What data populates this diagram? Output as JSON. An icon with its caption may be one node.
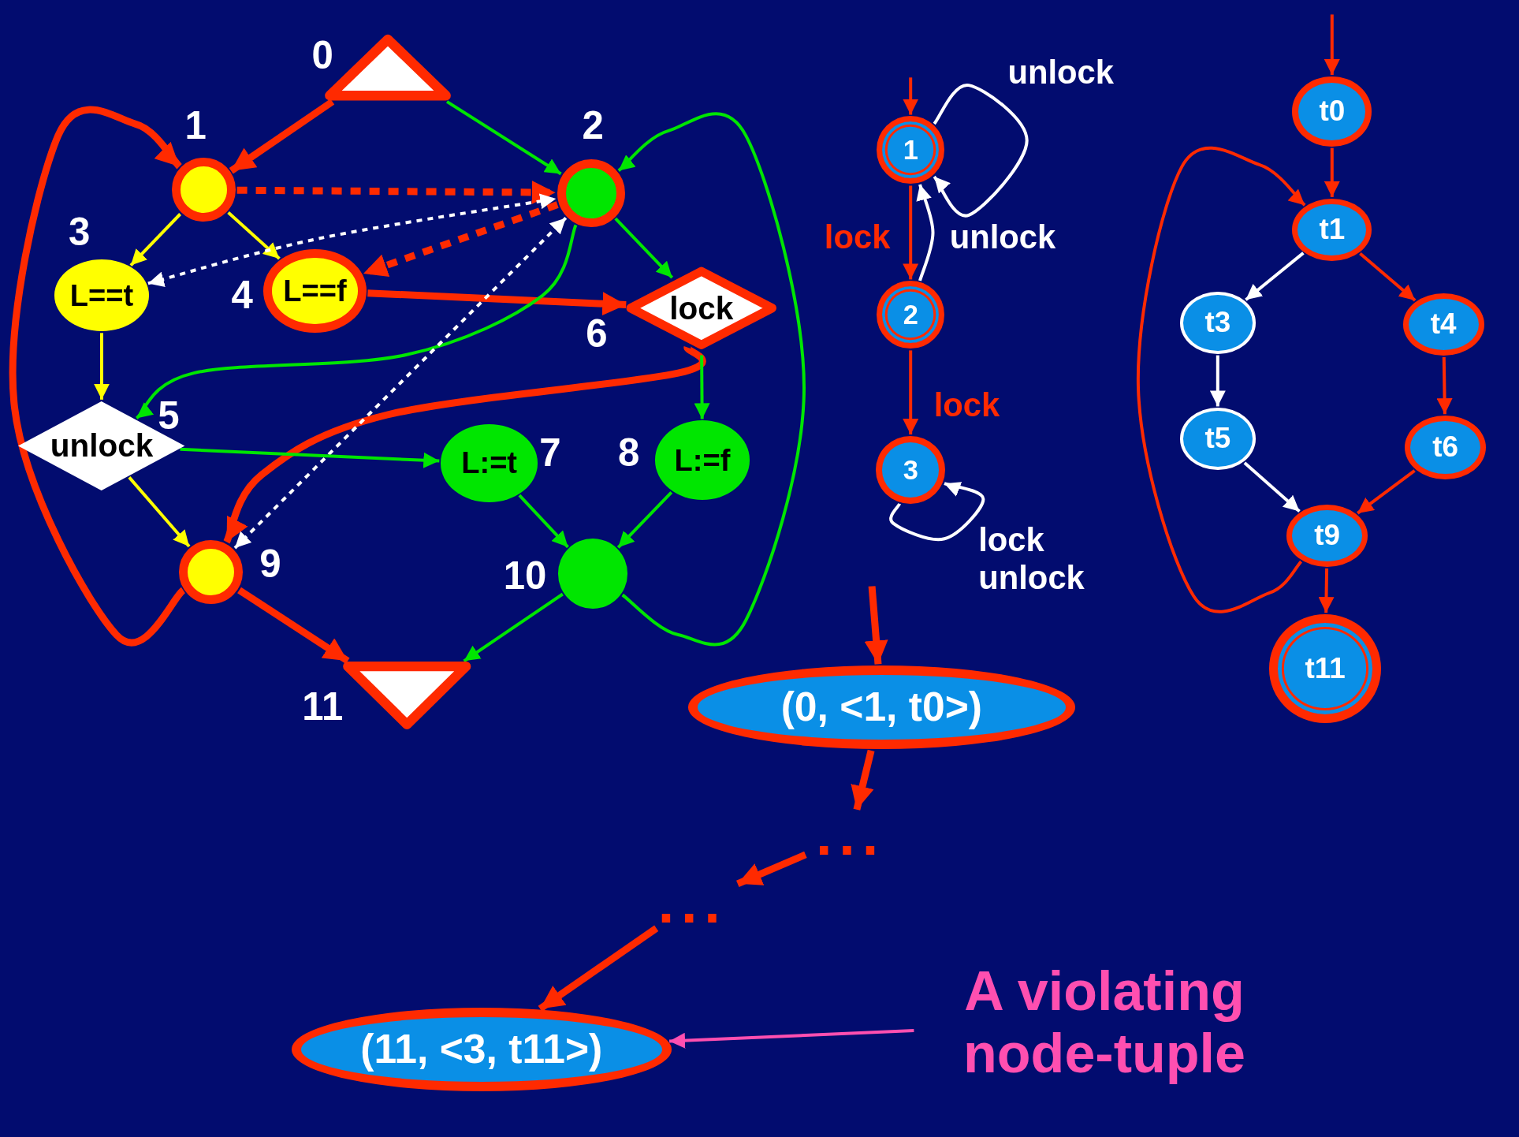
{
  "diagram": {
    "nodes": [
      {
        "text": [],
        "shape": "triangle",
        "beside": [
          "0"
        ]
      },
      {
        "text": [],
        "shape": "circle",
        "beside": [
          "1"
        ]
      },
      {
        "text": [],
        "shape": "circle",
        "beside": [
          "2"
        ]
      },
      {
        "text": [
          "L==t"
        ],
        "beside": [
          "3"
        ]
      },
      {
        "text": [
          "L==f"
        ],
        "beside": [
          "4"
        ]
      },
      {
        "text": [
          "unlock"
        ],
        "beside": [
          "5"
        ]
      },
      {
        "text": [
          "lock"
        ],
        "beside": [
          "6"
        ]
      },
      {
        "text": [
          "L:=t"
        ],
        "beside": [
          "7"
        ]
      },
      {
        "text": [
          "L:=f"
        ],
        "beside": [
          "8"
        ]
      },
      {
        "text": [],
        "shape": "circle",
        "beside": [
          "9"
        ]
      },
      {
        "text": [],
        "shape": "circle",
        "beside": [
          "10"
        ]
      },
      {
        "text": [],
        "shape": "triangle",
        "beside": [
          "11"
        ]
      },
      {
        "text": [
          "1"
        ]
      },
      {
        "text": [
          "2"
        ]
      },
      {
        "text": [
          "3"
        ]
      },
      {
        "text": [
          "t0"
        ]
      },
      {
        "text": [
          "t1"
        ]
      },
      {
        "text": [
          "t3"
        ]
      },
      {
        "text": [
          "t4"
        ]
      },
      {
        "text": [
          "t5"
        ]
      },
      {
        "text": [
          "t6"
        ]
      },
      {
        "text": [
          "t9"
        ]
      },
      {
        "text": [
          "t11"
        ]
      },
      {
        "text": [
          "(0, <1, t0>)"
        ]
      },
      {
        "text": [
          "..."
        ]
      },
      {
        "text": [
          "..."
        ]
      },
      {
        "text": [
          "(11, <3, t11>)"
        ]
      },
      {
        "text": [
          "A violating node-tuple"
        ]
      }
    ],
    "edges": [
      {
        "from": 0,
        "to": 1,
        "arrow": "to",
        "style": "thick"
      },
      {
        "from": 0,
        "to": 2,
        "arrow": "to",
        "color": "#00e600"
      },
      {
        "from": 1,
        "to": 2,
        "arrow": "to",
        "style": "dashed"
      },
      {
        "from": 1,
        "to": 3,
        "arrow": "to",
        "color": "#ffff00"
      },
      {
        "from": 1,
        "to": 4,
        "arrow": "to",
        "color": "#ffff00"
      },
      {
        "from": 3,
        "to": 5,
        "arrow": "to",
        "color": "#ffff00"
      },
      {
        "from": 2,
        "to": 4,
        "arrow": "to",
        "style": "dashed"
      },
      {
        "from": 4,
        "to": 6,
        "arrow": "to",
        "style": "thick"
      },
      {
        "from": 3,
        "to": 2,
        "arrow": "both",
        "style": "dashed",
        "color": "#ffffff"
      },
      {
        "from": 2,
        "to": 6,
        "arrow": "to",
        "color": "#00e600"
      },
      {
        "from": 2,
        "to": 5,
        "arrow": "to",
        "color": "#00e600"
      },
      {
        "from": 6,
        "to": 9,
        "arrow": "to",
        "style": "thick"
      },
      {
        "from": 6,
        "to": 8,
        "arrow": "to",
        "color": "#00e600"
      },
      {
        "from": 9,
        "to": 2,
        "arrow": "both",
        "style": "dashed",
        "color": "#ffffff"
      },
      {
        "from": 5,
        "to": 7,
        "arrow": "to",
        "color": "#00e600"
      },
      {
        "from": 5,
        "to": 9,
        "arrow": "to",
        "color": "#ffff00"
      },
      {
        "from": 7,
        "to": 10,
        "arrow": "to",
        "color": "#00e600"
      },
      {
        "from": 8,
        "to": 10,
        "arrow": "to",
        "color": "#00e600"
      },
      {
        "from": 9,
        "to": 11,
        "arrow": "to",
        "style": "thick"
      },
      {
        "from": 10,
        "to": 11,
        "arrow": "to",
        "color": "#00e600"
      },
      {
        "from": 9,
        "to": 1,
        "arrow": "to",
        "style": "thick"
      },
      {
        "from": 10,
        "to": 2,
        "arrow": "to",
        "color": "#00e600"
      },
      {
        "from": null,
        "to": 12,
        "arrow": "to"
      },
      {
        "from": 12,
        "to": 12,
        "arrow": "to",
        "label": "unlock",
        "color": "#ffffff"
      },
      {
        "from": 12,
        "to": 13,
        "arrow": "to",
        "label": "lock"
      },
      {
        "from": 13,
        "to": 12,
        "arrow": "to",
        "label": "unlock",
        "color": "#ffffff"
      },
      {
        "from": 13,
        "to": 14,
        "arrow": "to",
        "label": "lock"
      },
      {
        "from": 14,
        "to": 14,
        "arrow": "to",
        "label": "lock unlock",
        "color": "#ffffff"
      },
      {
        "from": null,
        "to": 15,
        "arrow": "to"
      },
      {
        "from": 15,
        "to": 16,
        "arrow": "to"
      },
      {
        "from": 16,
        "to": 17,
        "arrow": "to",
        "color": "#ffffff"
      },
      {
        "from": 16,
        "to": 18,
        "arrow": "to"
      },
      {
        "from": 17,
        "to": 19,
        "arrow": "to",
        "color": "#ffffff"
      },
      {
        "from": 18,
        "to": 20,
        "arrow": "to"
      },
      {
        "from": 19,
        "to": 21,
        "arrow": "to",
        "color": "#ffffff"
      },
      {
        "from": 20,
        "to": 21,
        "arrow": "to"
      },
      {
        "from": 21,
        "to": 22,
        "arrow": "to"
      },
      {
        "from": 21,
        "to": 16,
        "arrow": "to"
      },
      {
        "from": null,
        "to": 23,
        "arrow": "to",
        "style": "thick"
      },
      {
        "from": 23,
        "to": 24,
        "arrow": "to",
        "style": "thick"
      },
      {
        "from": 24,
        "to": 25,
        "arrow": "to",
        "style": "thick"
      },
      {
        "from": 25,
        "to": 26,
        "arrow": "to",
        "style": "thick"
      },
      {
        "from": 27,
        "to": 26,
        "arrow": "to",
        "color": "#ff4fb0"
      }
    ]
  }
}
